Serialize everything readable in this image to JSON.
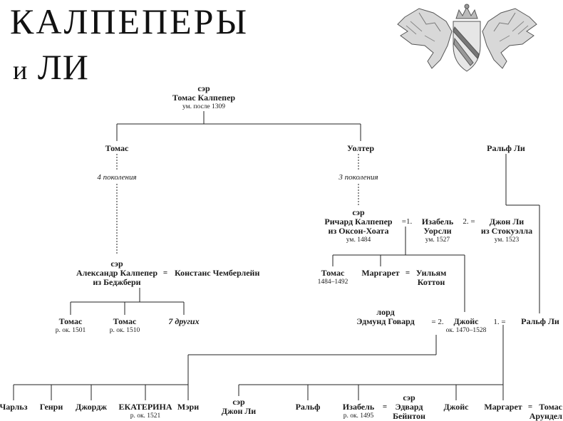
{
  "title": {
    "line1": "КАЛПЕПЕРЫ",
    "line2_a": "и",
    "line2_b": "ЛИ"
  },
  "nodes": {
    "thomas_root": {
      "prefix": "сэр",
      "name": "Томас Калпепер",
      "note": "ум. после 1309"
    },
    "thomas": {
      "name": "Томас"
    },
    "walter": {
      "name": "Уолтер"
    },
    "ralph_lee": {
      "name": "Ральф Ли"
    },
    "gen4": {
      "text": "4 поколения"
    },
    "gen3": {
      "text": "3 поколения"
    },
    "richard": {
      "prefix": "сэр",
      "name1": "Ричард Калпепер",
      "name2": "из Оксон-Хоата",
      "note": "ум. 1484"
    },
    "isabel_worsley": {
      "name1": "Изабель",
      "name2": "Уорсли",
      "note": "ум. 1527"
    },
    "john_lee": {
      "name1": "Джон Ли",
      "name2": "из Стокуэлла",
      "note": "ум. 1523"
    },
    "alexander": {
      "prefix": "сэр",
      "name1": "Александр Калпепер",
      "name2": "из Беджбери"
    },
    "constance": {
      "name": "Констанс Чемберлейн"
    },
    "thomas2": {
      "name": "Томас",
      "note": "1484–1492"
    },
    "margaret": {
      "name": "Маргарет"
    },
    "william": {
      "name1": "Уильям",
      "name2": "Коттон"
    },
    "lord_edmund": {
      "name1": "лорд",
      "name2": "Эдмунд Говард"
    },
    "joyce": {
      "name": "Джойс",
      "note": "ок. 1470–1528"
    },
    "ralph_lee2": {
      "name": "Ральф Ли"
    },
    "thomas_a": {
      "name": "Томас",
      "note": "р. ок. 1501"
    },
    "thomas_b": {
      "name": "Томас",
      "note": "р. ок. 1510"
    },
    "others7": {
      "text": "7 других"
    },
    "charles": {
      "name": "Чарльз"
    },
    "henry": {
      "name": "Генри"
    },
    "george": {
      "name": "Джордж"
    },
    "catherine": {
      "name": "ЕКАТЕРИНА",
      "note": "р. ок. 1521"
    },
    "mary": {
      "name": "Мэри"
    },
    "john_lee2": {
      "prefix": "сэр",
      "name": "Джон Ли"
    },
    "ralph2": {
      "name": "Ральф"
    },
    "isabel2": {
      "name": "Изабель",
      "note": "р. ок. 1495"
    },
    "edward": {
      "prefix": "сэр",
      "name": "Эдвард Бейнтон"
    },
    "joyce2": {
      "name": "Джойс"
    },
    "margaret2": {
      "name": "Маргарет"
    },
    "thomas_arundel": {
      "name1": "Томас",
      "name2": "Арундел"
    }
  },
  "marks": {
    "eq": "=",
    "m1": "=1.",
    "m2": "2. =",
    "m3": "= 2.",
    "m4": "1. ="
  }
}
